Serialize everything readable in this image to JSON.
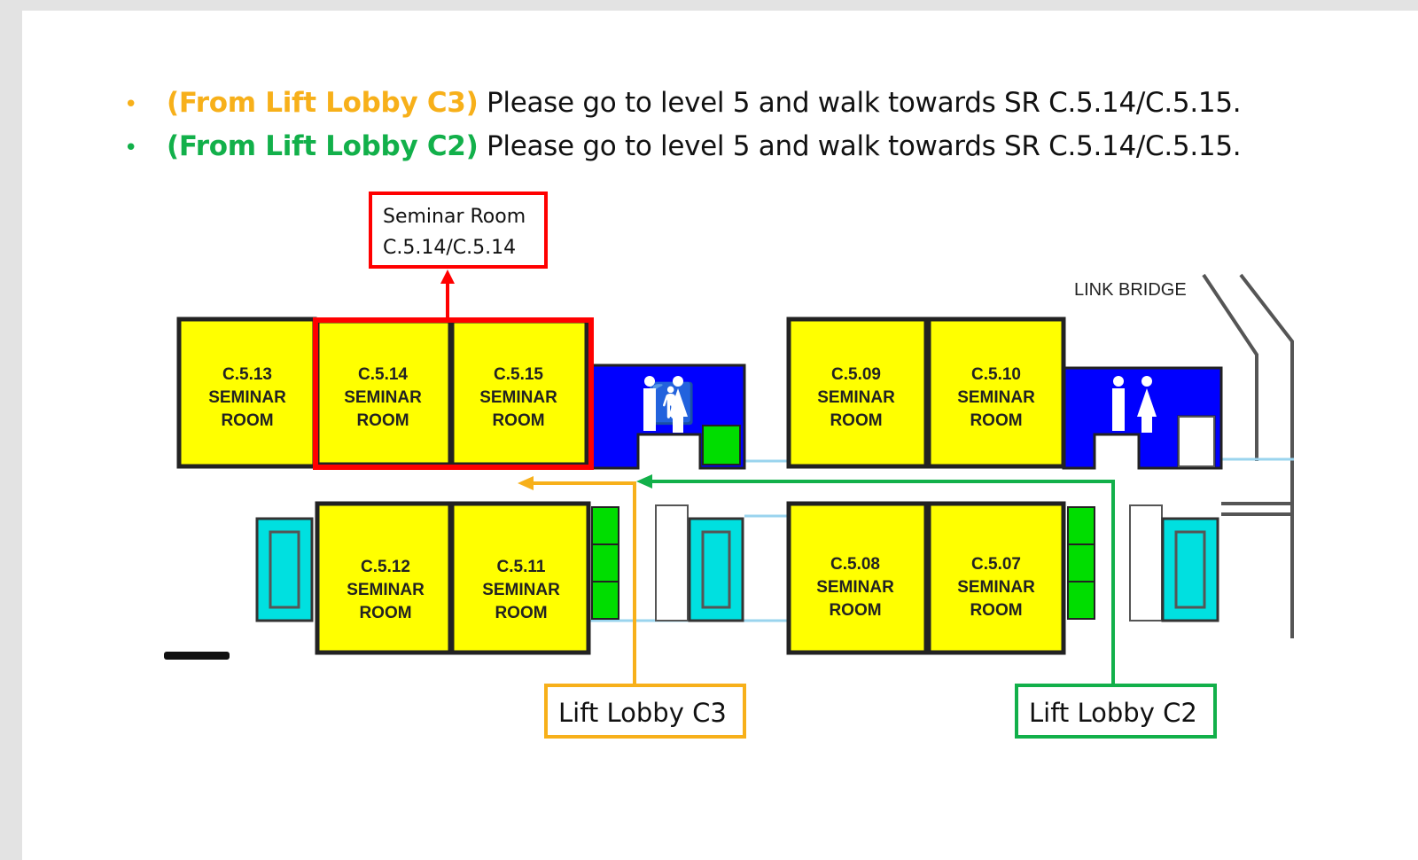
{
  "instructions": [
    {
      "from": "(From Lift Lobby C3)",
      "text": " Please go to level 5 and walk towards SR C.5.14/C.5.15.",
      "color": "#f7b01a"
    },
    {
      "from": "(From Lift Lobby C2)",
      "text": " Please go to level 5 and walk towards SR C.5.14/C.5.15.",
      "color": "#12b04a"
    }
  ],
  "callout": {
    "line1": "Seminar Room",
    "line2": "C.5.14/C.5.14",
    "color": "#ff0000"
  },
  "link_bridge": "LINK BRIDGE",
  "rooms": {
    "r13": {
      "code": "C.5.13",
      "l2": "SEMINAR",
      "l3": "ROOM"
    },
    "r14": {
      "code": "C.5.14",
      "l2": "SEMINAR",
      "l3": "ROOM"
    },
    "r15": {
      "code": "C.5.15",
      "l2": "SEMINAR",
      "l3": "ROOM"
    },
    "r12": {
      "code": "C.5.12",
      "l2": "SEMINAR",
      "l3": "ROOM"
    },
    "r11": {
      "code": "C.5.11",
      "l2": "SEMINAR",
      "l3": "ROOM"
    },
    "r09": {
      "code": "C.5.09",
      "l2": "SEMINAR",
      "l3": "ROOM"
    },
    "r10": {
      "code": "C.5.10",
      "l2": "SEMINAR",
      "l3": "ROOM"
    },
    "r08": {
      "code": "C.5.08",
      "l2": "SEMINAR",
      "l3": "ROOM"
    },
    "r07": {
      "code": "C.5.07",
      "l2": "SEMINAR",
      "l3": "ROOM"
    }
  },
  "lobbies": {
    "c3": {
      "label": "Lift Lobby C3",
      "color": "#f7b01a"
    },
    "c2": {
      "label": "Lift Lobby C2",
      "color": "#12b04a"
    }
  },
  "colors": {
    "room": "#ffff00",
    "toilet": "#0000ff",
    "lift": "#00e0e0",
    "lift_core": "#00dd00"
  }
}
